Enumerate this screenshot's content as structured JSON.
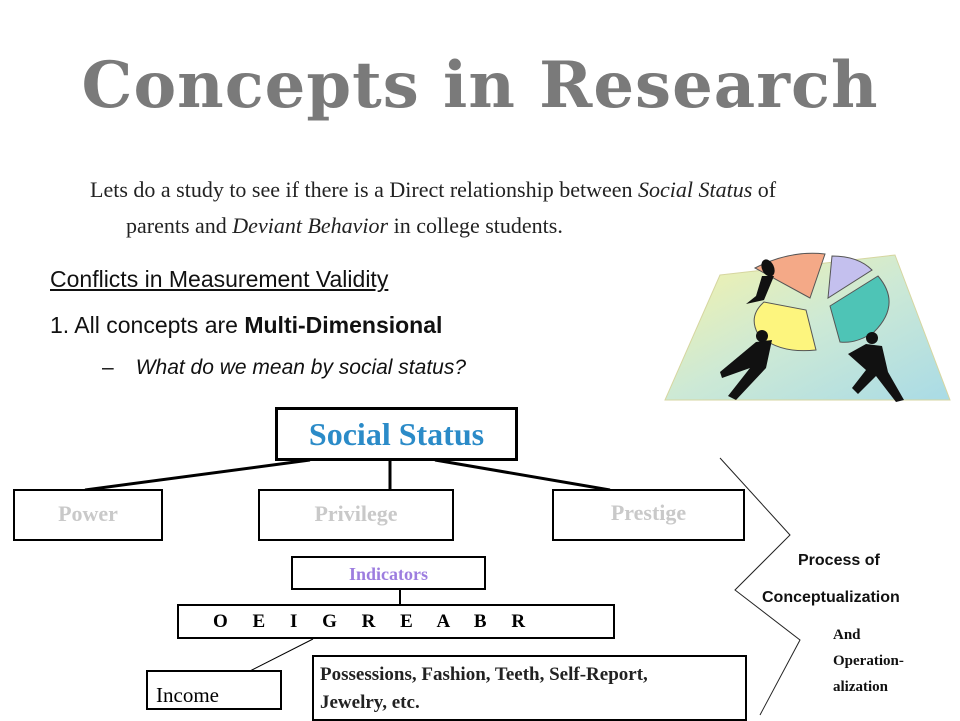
{
  "slide": {
    "title": "Concepts in Research",
    "intro": {
      "line1_pre": "Lets do a study to see if there is a Direct relationship between ",
      "line1_italic": "Social Status",
      "line1_post": " of",
      "line2_pre": "parents and ",
      "line2_italic": "Deviant Behavior",
      "line2_post": " in college students."
    },
    "heading": "Conflicts in Measurement Validity",
    "point1_pre": "1. All concepts are ",
    "point1_bold": "Multi-Dimensional",
    "subpoint_dash": "–",
    "subpoint": "What do we mean by social status?"
  },
  "diagram": {
    "root": "Social Status",
    "dimensions": [
      "Power",
      "Privilege",
      "Prestige"
    ],
    "indicators_label": "Indicators",
    "scrambled_letters": "O E I G R E A B R",
    "income": "Income",
    "possessions_line1": "Possessions, Fashion, Teeth, Self-Report,",
    "possessions_line2": "Jewelry, etc."
  },
  "process": {
    "line1": "Process of",
    "line2": "Conceptualization",
    "line3": "And",
    "line4": "Operation-",
    "line5": "alization"
  },
  "colors": {
    "title": "#7a7a7a",
    "root_text": "#2b8bc8",
    "dimension_text": "#c9c9c9",
    "indicators_text": "#9d7ddf"
  },
  "clipart": "pie-chart-with-business-figures-icon"
}
